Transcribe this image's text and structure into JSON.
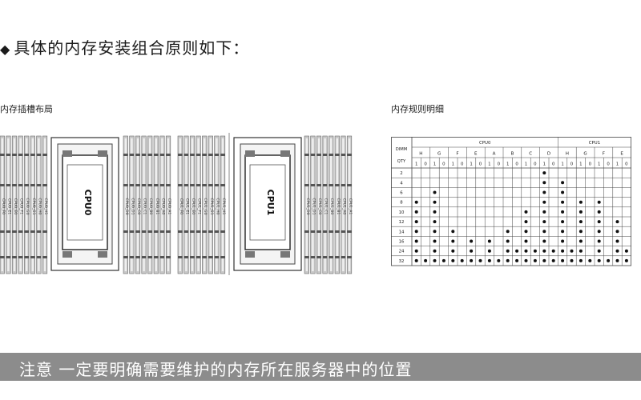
{
  "heading": {
    "bullet": "◆",
    "text": "具体的内存安装组合原则如下："
  },
  "layout_label": "内存插槽布局",
  "rules_label": "内存规则明细",
  "caption": "注意 一定要明确需要维护的内存所在服务器中的位置",
  "cpus": [
    {
      "label": "CPU0",
      "slots_a": [
        "CPU0_F0",
        "CPU0_E1",
        "CPU0_E0",
        "CPU0_F1",
        "CPU0_G0",
        "CPU0_G1",
        "CPU0_H0",
        "CPU0_H1"
      ],
      "slots_b": [
        "CPU0_D0",
        "CPU0_D1",
        "CPU0_C0",
        "CPU0_C1",
        "CPU0_B0",
        "CPU0_B1",
        "CPU0_A0",
        "CPU0_A1"
      ]
    },
    {
      "label": "CPU1",
      "slots_a": [
        "CPU1_F0",
        "CPU1_E1",
        "CPU1_E0",
        "CPU1_F1",
        "CPU1_G0",
        "CPU1_G1",
        "CPU1_H0",
        "CPU1_H1"
      ],
      "slots_b": [
        "CPU1_D0",
        "CPU1_D1",
        "CPU1_C0",
        "CPU1_C1",
        "CPU1_B0",
        "CPU1_B1",
        "CPU1_A0",
        "CPU1_A1"
      ]
    }
  ],
  "table": {
    "qty_header": [
      "DIMM",
      "QTY"
    ],
    "cpu_headers": [
      "CPU0",
      "CPU1"
    ],
    "channels": [
      "H",
      "G",
      "F",
      "E",
      "A",
      "B",
      "C",
      "D",
      "H",
      "G",
      "F",
      "E"
    ],
    "slots": [
      "1",
      "0",
      "1",
      "0",
      "1",
      "0",
      "1",
      "0",
      "1",
      "0",
      "1",
      "0",
      "1",
      "0",
      "1",
      "0",
      "1",
      "0",
      "1",
      "0",
      "1",
      "0",
      "1",
      "0"
    ],
    "rows": [
      {
        "qty": "2",
        "filled": [
          14
        ]
      },
      {
        "qty": "4",
        "filled": [
          14,
          16
        ]
      },
      {
        "qty": "6",
        "filled": [
          2,
          14,
          16
        ]
      },
      {
        "qty": "8",
        "filled": [
          0,
          2,
          14,
          16,
          18,
          20
        ]
      },
      {
        "qty": "10",
        "filled": [
          0,
          2,
          12,
          14,
          16,
          18,
          20
        ]
      },
      {
        "qty": "12",
        "filled": [
          0,
          2,
          12,
          14,
          16,
          18,
          20,
          22
        ]
      },
      {
        "qty": "14",
        "filled": [
          0,
          2,
          4,
          10,
          12,
          14,
          16,
          18,
          20,
          22
        ]
      },
      {
        "qty": "16",
        "filled": [
          0,
          2,
          4,
          6,
          8,
          10,
          12,
          14,
          16,
          18,
          20,
          22
        ]
      },
      {
        "qty": "24",
        "filled": [
          0,
          2,
          4,
          6,
          8,
          10,
          11,
          12,
          13,
          14,
          15,
          16,
          17,
          18,
          20,
          22,
          23
        ]
      },
      {
        "qty": "32",
        "filled": [
          0,
          1,
          2,
          3,
          4,
          5,
          6,
          7,
          8,
          9,
          10,
          11,
          12,
          13,
          14,
          15,
          16,
          17,
          18,
          19,
          20,
          21,
          22,
          23
        ]
      }
    ]
  }
}
